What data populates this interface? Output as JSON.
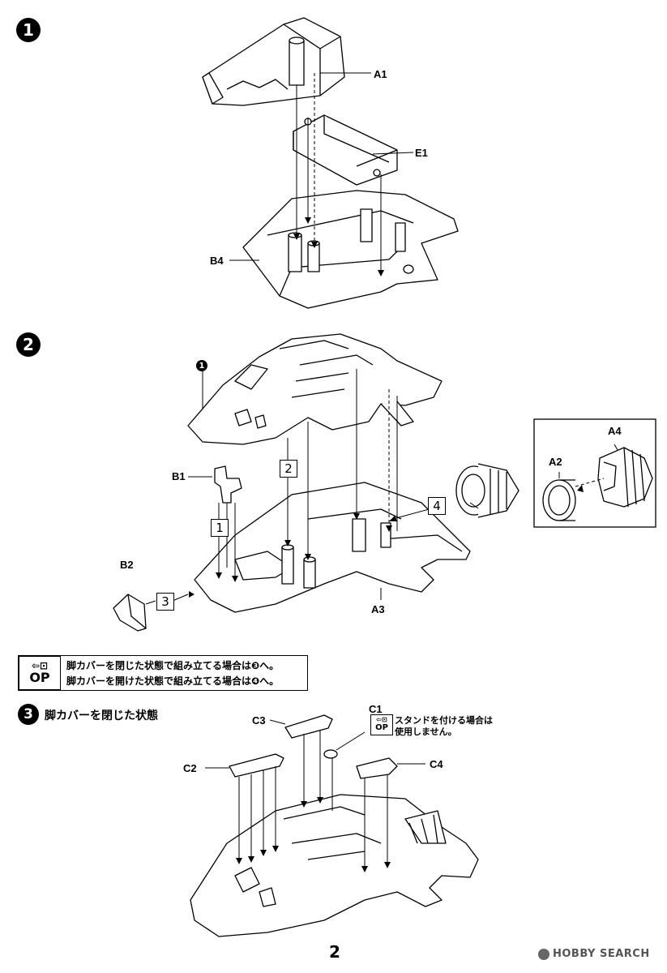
{
  "steps": [
    {
      "num": "1"
    },
    {
      "num": "2"
    },
    {
      "num": "3",
      "title": "脚カバーを閉じた状態"
    }
  ],
  "parts": {
    "a1": "A1",
    "e1": "E1",
    "b4": "B4",
    "b1": "B1",
    "b2": "B2",
    "a2": "A2",
    "a3": "A3",
    "a4": "A4",
    "c1": "C1",
    "c2": "C2",
    "c3": "C3",
    "c4": "C4"
  },
  "step2_ref": "1",
  "sub_steps": {
    "s1": "1",
    "s2": "2",
    "s3": "3",
    "s4": "4"
  },
  "option_note": {
    "icon_label": "OP",
    "line1": "脚カバーを閉じた状態で組み立てる場合は❸へ。",
    "line2": "脚カバーを開けた状態で組み立てる場合は❹へ。"
  },
  "stand_note": {
    "icon_label": "OP",
    "line1": "スタンドを付ける場合は",
    "line2": "使用しません。"
  },
  "footer": {
    "page_number": "2",
    "brand": "HOBBY SEARCH"
  }
}
